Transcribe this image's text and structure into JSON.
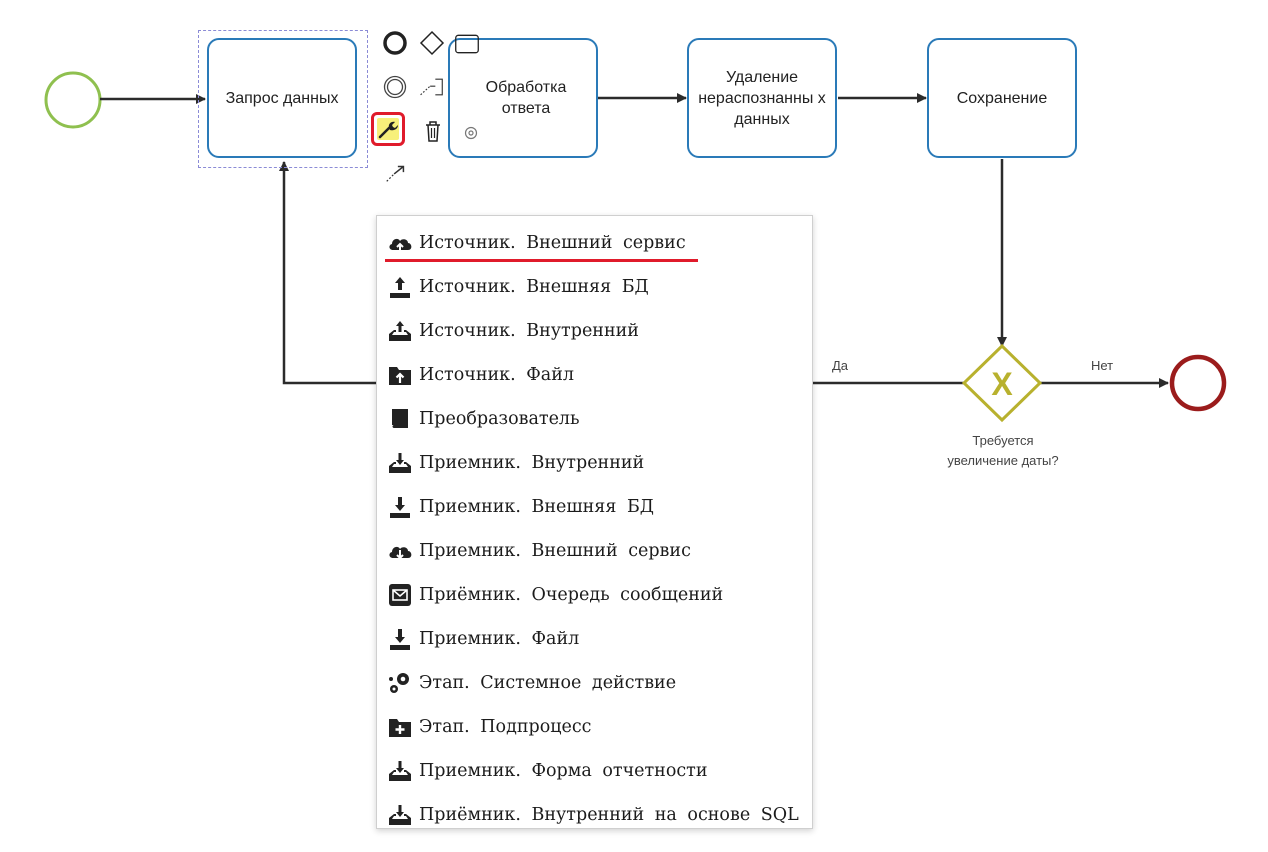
{
  "diagram": {
    "tasks": [
      {
        "id": "t1",
        "label": "Запрос данных"
      },
      {
        "id": "t2",
        "label": "Обработка ответа"
      },
      {
        "id": "t3",
        "label": "Удаление нераспознанны х данных"
      },
      {
        "id": "t4",
        "label": "Сохранение"
      }
    ],
    "gateway": {
      "label": "Требуется увеличение даты?",
      "marker": "X"
    },
    "edges": {
      "yes_label": "Да",
      "no_label": "Нет"
    },
    "colors": {
      "task_border": "#2a7ab8",
      "start_event": "#8fc04f",
      "end_event": "#9b1c1c",
      "gateway": "#b8b12e",
      "highlight": "#e01b2b"
    }
  },
  "context_pad": {
    "tools": [
      "end-event-icon",
      "gateway-icon",
      "task-icon",
      "intermediate-event-icon",
      "connector-icon",
      "wrench-icon",
      "trash-icon",
      "arrow-connect-icon",
      "annotation-icon"
    ]
  },
  "menu": {
    "items": [
      {
        "label": "Источник. Внешний сервис",
        "icon": "cloud-upload-icon"
      },
      {
        "label": "Источник. Внешняя БД",
        "icon": "upload-tray-icon"
      },
      {
        "label": "Источник. Внутренний",
        "icon": "upload-inbox-icon"
      },
      {
        "label": "Источник. Файл",
        "icon": "folder-upload-icon"
      },
      {
        "label": "Преобразователь",
        "icon": "book-icon"
      },
      {
        "label": "Приемник. Внутренний",
        "icon": "download-inbox-icon"
      },
      {
        "label": "Приемник. Внешняя БД",
        "icon": "download-tray-icon"
      },
      {
        "label": "Приемник. Внешний сервис",
        "icon": "cloud-download-icon"
      },
      {
        "label": "Приёмник. Очередь сообщений",
        "icon": "envelope-icon"
      },
      {
        "label": "Приемник. Файл",
        "icon": "download-tray-icon"
      },
      {
        "label": "Этап. Системное действие",
        "icon": "gears-icon"
      },
      {
        "label": "Этап. Подпроцесс",
        "icon": "folder-plus-icon"
      },
      {
        "label": "Приемник. Форма отчетности",
        "icon": "download-inbox-icon"
      },
      {
        "label": "Приёмник. Внутренний на основе SQL",
        "icon": "download-inbox-icon"
      }
    ]
  }
}
